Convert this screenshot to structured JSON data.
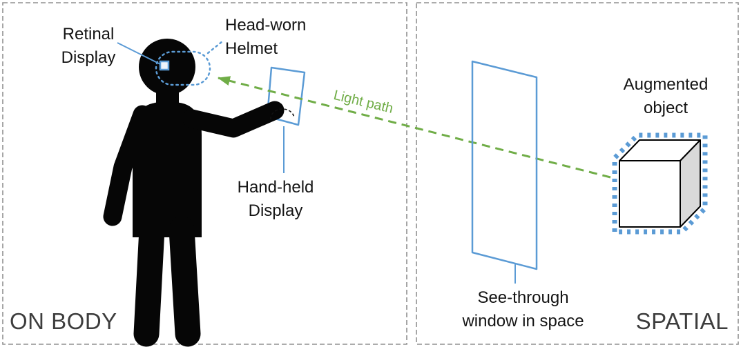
{
  "panels": {
    "on_body": {
      "caption": "ON BODY"
    },
    "spatial": {
      "caption": "SPATIAL"
    }
  },
  "labels": {
    "retinal_display": "Retinal\nDisplay",
    "head_worn_helmet": "Head-worn\nHelmet",
    "hand_held_display": "Hand-held\nDisplay",
    "light_path": "Light path",
    "see_through_window": "See-through\nwindow in space",
    "augmented_object": "Augmented\nobject"
  },
  "colors": {
    "device_blue": "#5B9BD5",
    "light_path_green": "#70AD47",
    "silhouette_black": "#000000",
    "cube_side_gray": "#D9D9D9",
    "panel_border_gray": "#909090",
    "caption_gray": "#3D3D3D"
  }
}
